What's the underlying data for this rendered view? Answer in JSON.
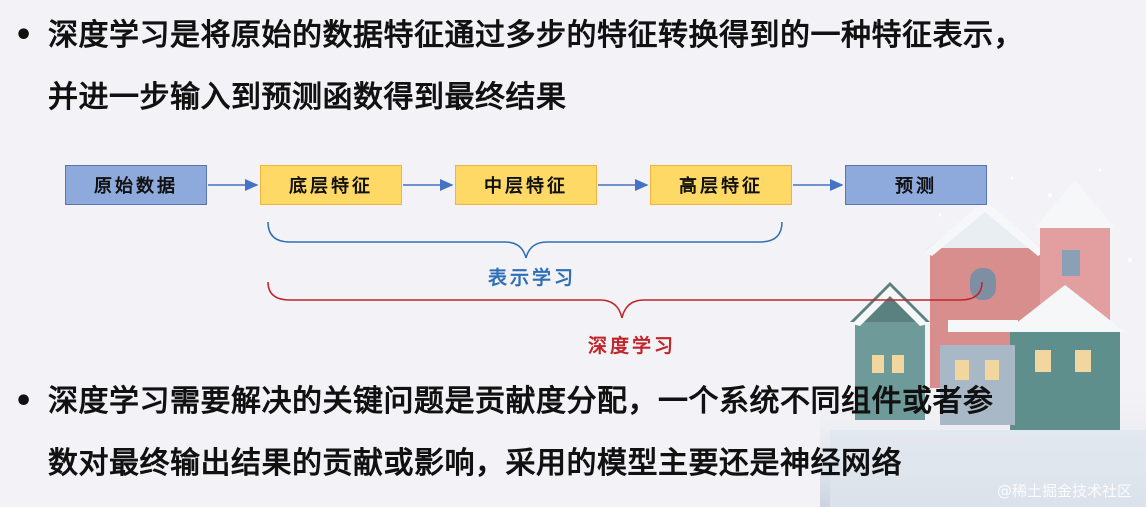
{
  "bullets": [
    {
      "marker": "•",
      "line1": "深度学习是将原始的数据特征通过多步的特征转换得到的一种特征表示，",
      "line2": "并进一步输入到预测函数得到最终结果"
    },
    {
      "marker": "•",
      "line1": "深度学习需要解决的关键问题是贡献度分配，一个系统不同组件或者参",
      "line2": "数对最终输出结果的贡献或影响，采用的模型主要还是神经网络"
    }
  ],
  "flow": {
    "boxes": [
      "原始数据",
      "底层特征",
      "中层特征",
      "高层特征",
      "预测"
    ],
    "label_representation": "表示学习",
    "label_deep": "深度学习"
  },
  "colors": {
    "blue_box": "#8ea9db",
    "yellow_box": "#ffd966",
    "brace_blue": "#2e6fb5",
    "brace_red": "#c0252a"
  },
  "watermark": "@稀土掘金技术社区"
}
